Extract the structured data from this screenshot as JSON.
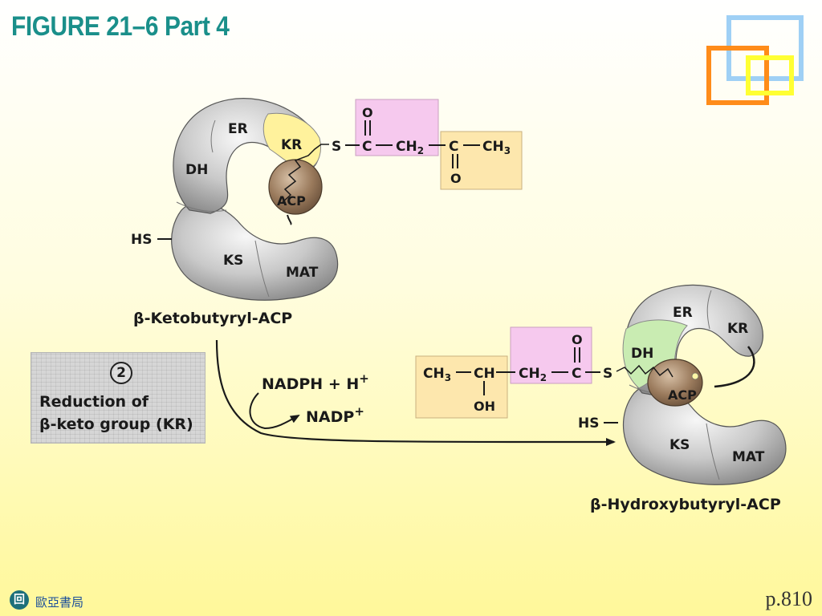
{
  "slide": {
    "title": "FIGURE 21–6 Part 4",
    "page_number": "p.810",
    "publisher": "歐亞書局",
    "logo_glyph": "回"
  },
  "top_complex": {
    "name": "β-Ketobutyryl-ACP",
    "domains": {
      "er": "ER",
      "kr": "KR",
      "dh": "DH",
      "acp": "ACP",
      "ks": "KS",
      "mat": "MAT"
    },
    "hs_label": "HS",
    "chain": {
      "s": "S",
      "c1": "C",
      "o1": "O",
      "ch2": "CH",
      "ch2_sub": "2",
      "c2": "C",
      "o2": "O",
      "ch3": "CH",
      "ch3_sub": "3"
    }
  },
  "bottom_complex": {
    "name": "β-Hydroxybutyryl-ACP",
    "domains": {
      "er": "ER",
      "kr": "KR",
      "dh": "DH",
      "acp": "ACP",
      "ks": "KS",
      "mat": "MAT"
    },
    "hs_label": "HS",
    "chain": {
      "ch3": "CH",
      "ch3_sub": "3",
      "ch": "CH",
      "oh": "OH",
      "ch2": "CH",
      "ch2_sub": "2",
      "c": "C",
      "o": "O",
      "s": "S"
    }
  },
  "reaction": {
    "reagent": "NADPH + H",
    "reagent_sup": "+",
    "product": "NADP",
    "product_sup": "+"
  },
  "step": {
    "number": "2",
    "line1": "Reduction of",
    "line2": "β-keto group (KR)"
  },
  "colors": {
    "title": "#1a8f8a",
    "kr_highlight": "#fff29c",
    "dh_highlight": "#c9ecb2",
    "acp": "#9a7a5c",
    "pink_box": "#f6c9ee",
    "tan_box": "#fde7ad",
    "deco_blue": "#9fd0f5",
    "deco_orange": "#ff8c1a",
    "deco_yellow": "#ffff33"
  }
}
